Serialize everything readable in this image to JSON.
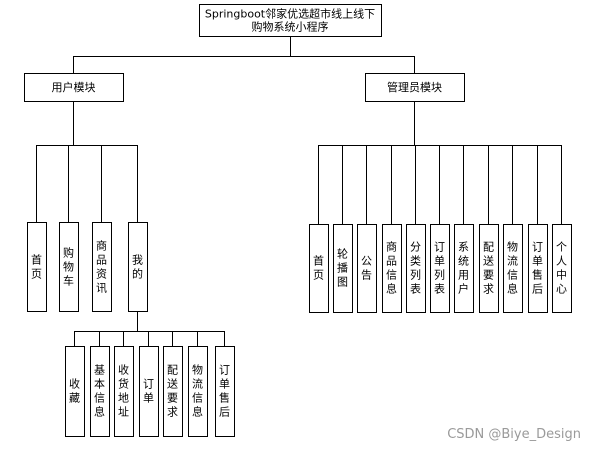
{
  "diagram": {
    "root": {
      "lines": [
        "Springboot邻家优选超市线上线下",
        "购物系统小程序"
      ]
    },
    "user_module": {
      "label": "用户模块",
      "children": [
        "首页",
        "购物车",
        "商品资讯",
        "我的"
      ],
      "my_children": [
        "收藏",
        "基本信息",
        "收货地址",
        "订单",
        "配送要求",
        "物流信息",
        "订单售后"
      ]
    },
    "admin_module": {
      "label": "管理员模块",
      "children": [
        "首页",
        "轮播图",
        "公告",
        "商品信息",
        "分类列表",
        "订单列表",
        "系统用户",
        "配送要求",
        "物流信息",
        "订单售后",
        "个人中心"
      ]
    }
  },
  "watermark": "CSDN @Biye_Design"
}
